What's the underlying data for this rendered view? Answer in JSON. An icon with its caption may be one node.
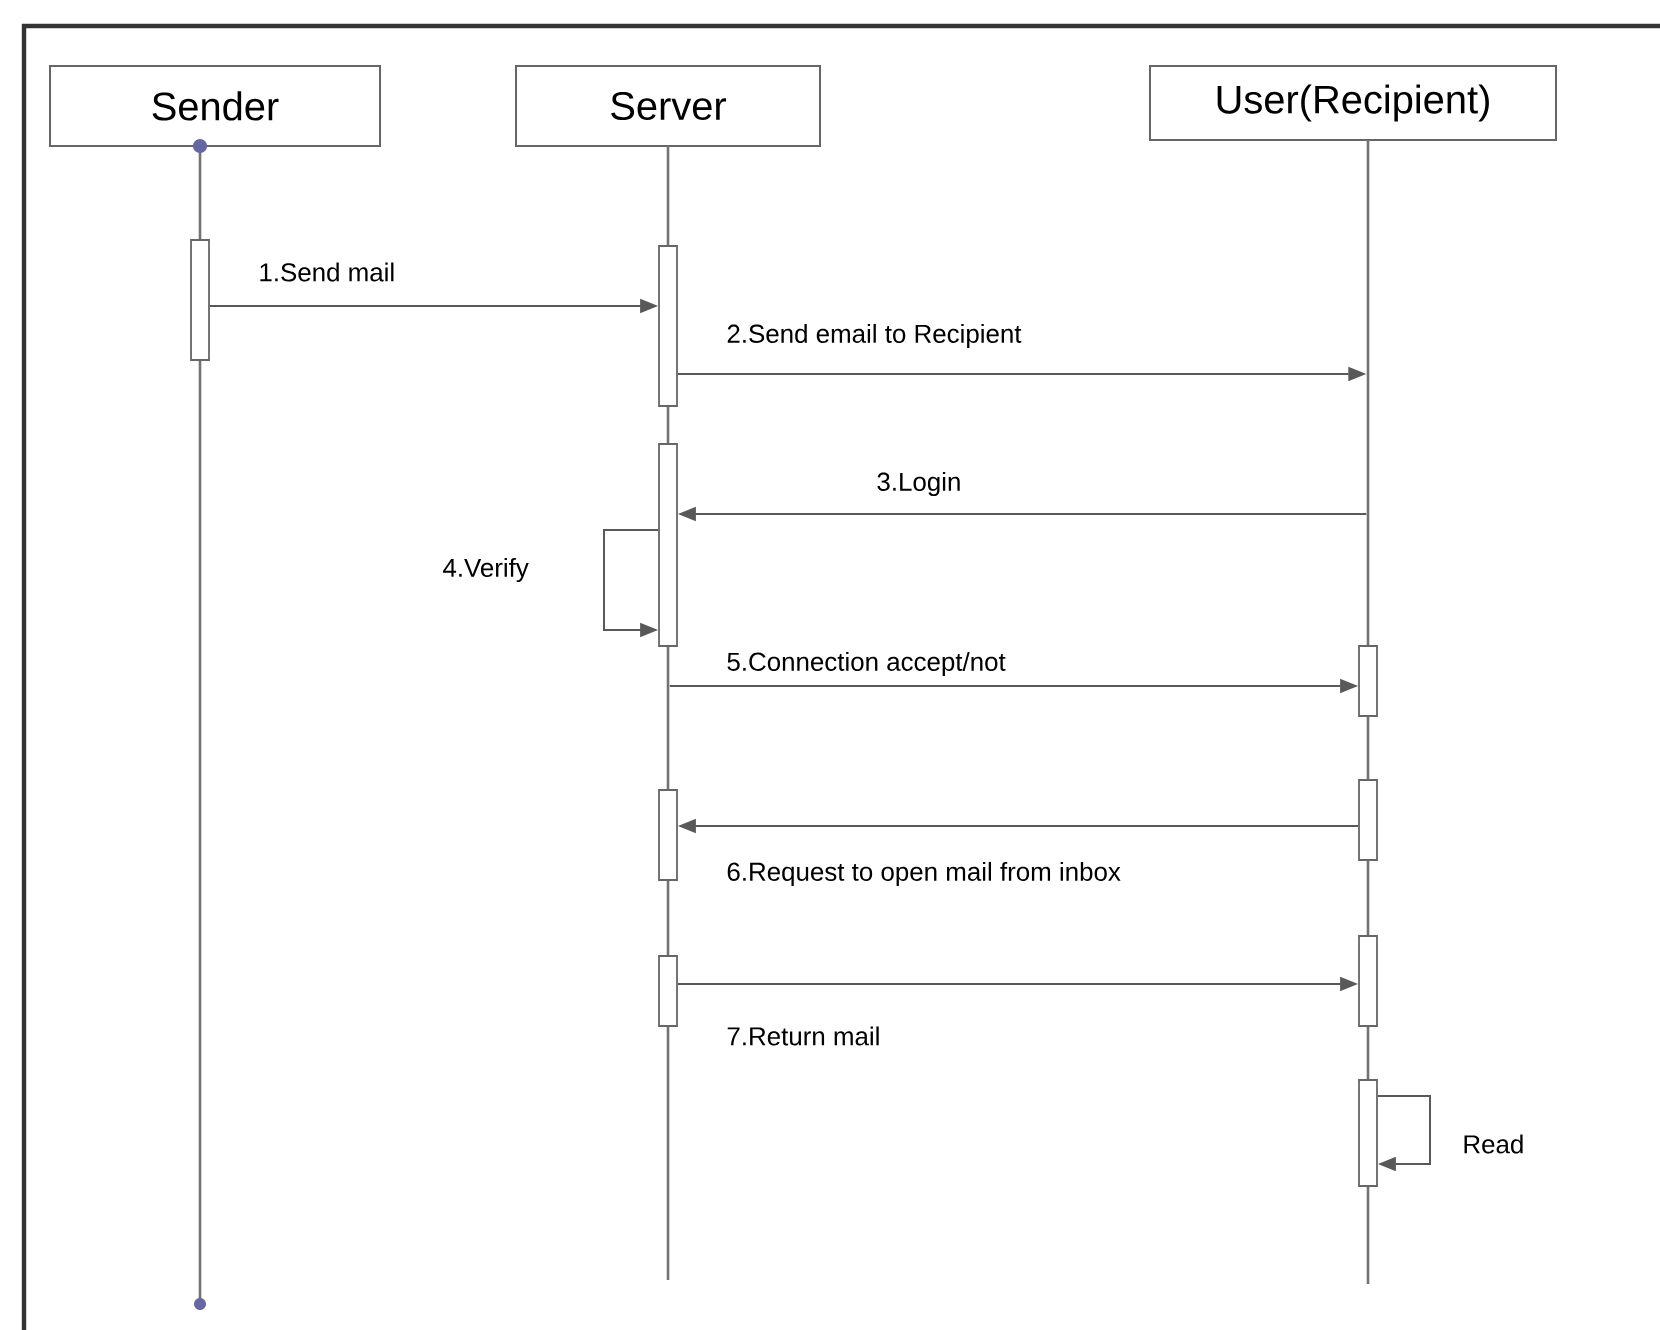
{
  "diagram": {
    "nodes": [
      {
        "text": [
          "Sender"
        ]
      },
      {
        "text": [
          "Server"
        ]
      },
      {
        "text": [
          "User(Recipient)"
        ]
      },
      {
        "text": [],
        "shape": "line"
      },
      {
        "text": [],
        "shape": "line"
      },
      {
        "text": [],
        "shape": "line"
      },
      {
        "text": [],
        "shape": "bar"
      },
      {
        "text": [],
        "shape": "bar"
      },
      {
        "text": [],
        "shape": "bar"
      },
      {
        "text": [],
        "shape": "bar"
      },
      {
        "text": [],
        "shape": "bar"
      },
      {
        "text": [],
        "shape": "bar"
      },
      {
        "text": [],
        "shape": "bar"
      },
      {
        "text": [],
        "shape": "bar"
      },
      {
        "text": [],
        "shape": "bar"
      }
    ],
    "edges": [
      {
        "from": 6,
        "to": 7,
        "arrow": "to",
        "label": "1.Send mail"
      },
      {
        "from": 7,
        "to": 5,
        "arrow": "to",
        "label": "2.Send email to Recipient"
      },
      {
        "from": 5,
        "to": 8,
        "arrow": "to",
        "label": "3.Login"
      },
      {
        "from": 8,
        "to": 8,
        "arrow": "to",
        "label": "4.Verify"
      },
      {
        "from": 4,
        "to": 9,
        "arrow": "to",
        "label": "5.Connection accept/not"
      },
      {
        "from": 10,
        "to": 11,
        "arrow": "to",
        "label": "6.Request to open mail from inbox"
      },
      {
        "from": 12,
        "to": 13,
        "arrow": "to",
        "label": "7.Return mail"
      },
      {
        "from": 14,
        "to": 14,
        "arrow": "to",
        "label": "Read"
      }
    ]
  }
}
